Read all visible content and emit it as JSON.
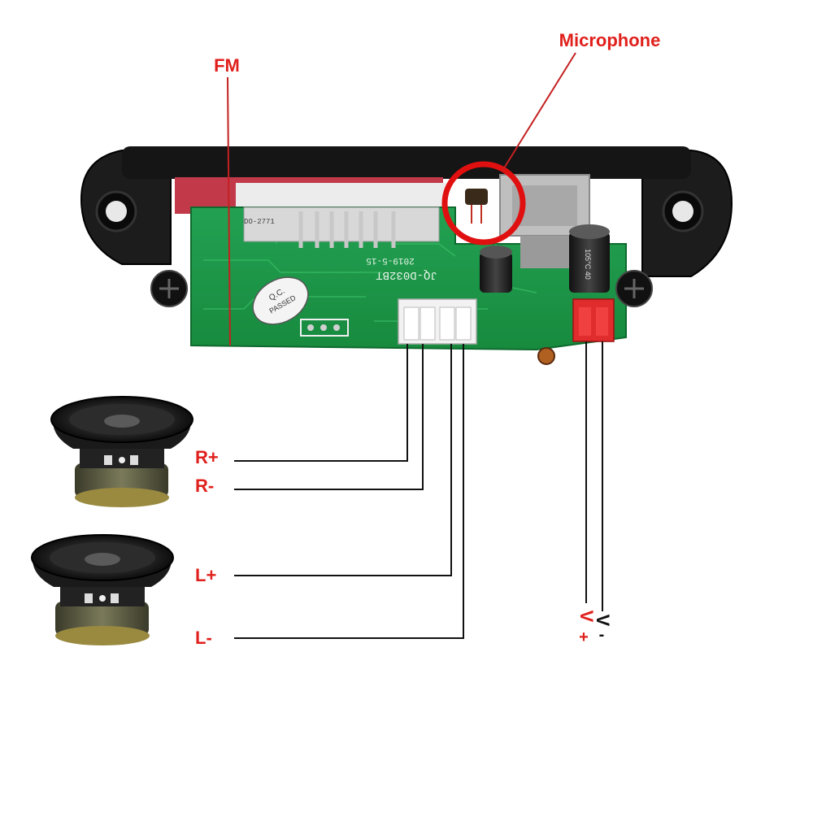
{
  "labels": {
    "fm": "FM",
    "microphone": "Microphone",
    "r_plus": "R+",
    "r_minus": "R-",
    "l_plus": "L+",
    "l_minus": "L-",
    "v_plus_letter": "V",
    "v_plus_sign": "+",
    "v_minus_letter": "V",
    "v_minus_sign": "-"
  },
  "board": {
    "date_code": "2019-5-15",
    "model": "JQ-D032BT",
    "qc_line1": "Q.C.",
    "qc_line2": "PASSED",
    "chip_text": "DO-2771",
    "cap_text": "105°C 40"
  },
  "colors": {
    "label_red": "#e0201c",
    "wire": "#111111",
    "pcb_green": "#1f9a4a",
    "bezel": "#1c1c1c"
  }
}
